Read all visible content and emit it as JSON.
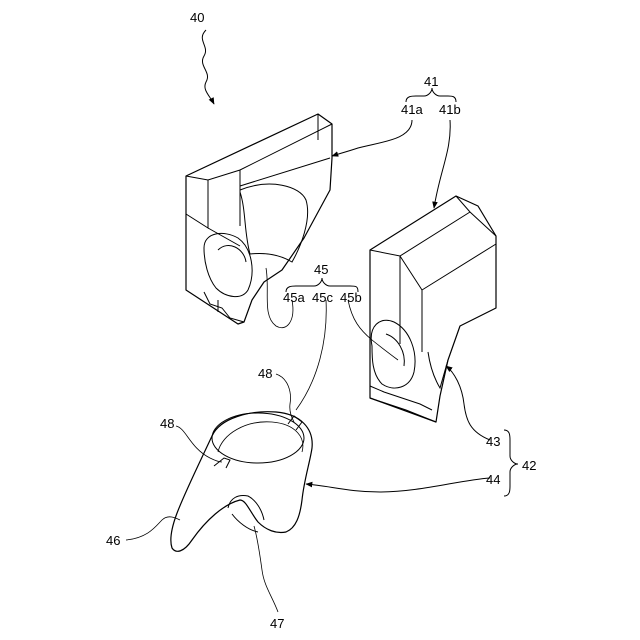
{
  "labels": {
    "l40": "40",
    "l41": "41",
    "l41a": "41a",
    "l41b": "41b",
    "l45": "45",
    "l45a": "45a",
    "l45c": "45c",
    "l45b": "45b",
    "l48_top": "48",
    "l48_left": "48",
    "l43": "43",
    "l44": "44",
    "l42": "42",
    "l46": "46",
    "l47": "47"
  }
}
